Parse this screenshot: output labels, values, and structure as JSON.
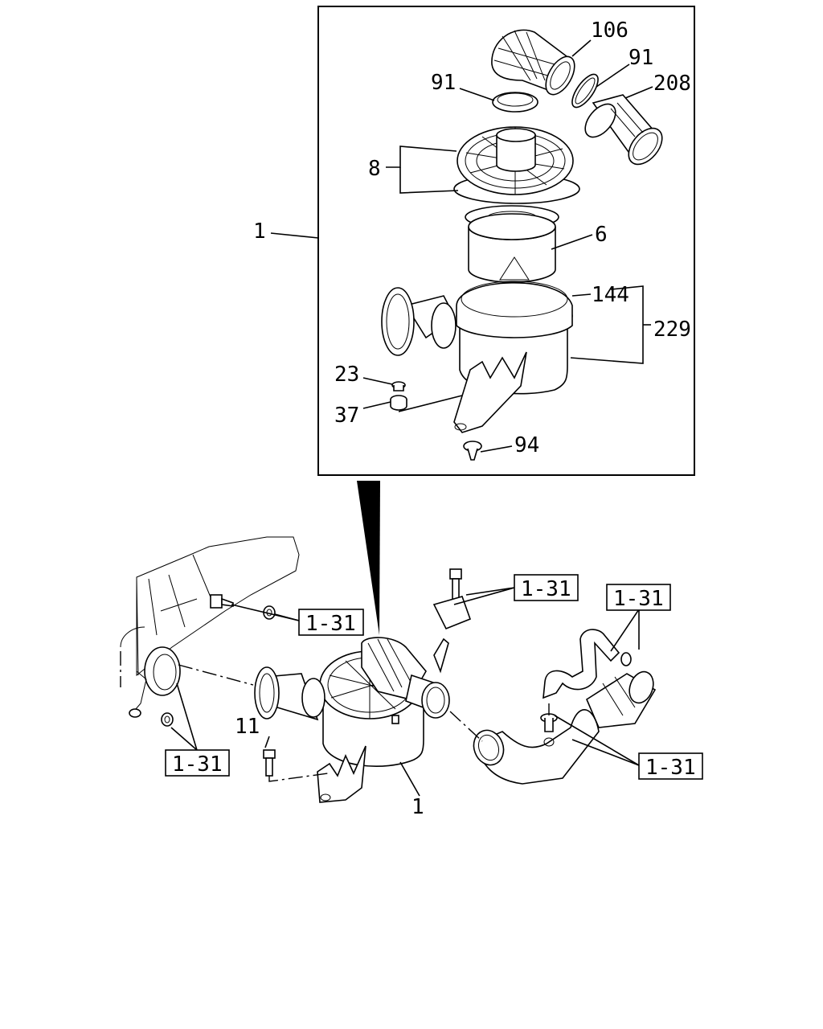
{
  "callouts": {
    "c106": "106",
    "c91a": "91",
    "c91b": "91",
    "c208": "208",
    "c8": "8",
    "c1a": "1",
    "c6": "6",
    "c144": "144",
    "c229": "229",
    "c23": "23",
    "c37": "37",
    "c94": "94",
    "c11": "11",
    "c1b": "1"
  },
  "references": {
    "ref_top_center": "1-31",
    "ref_top_right": "1-31",
    "ref_left_mid": "1-31",
    "ref_left_low": "1-31",
    "ref_right_low": "1-31"
  }
}
